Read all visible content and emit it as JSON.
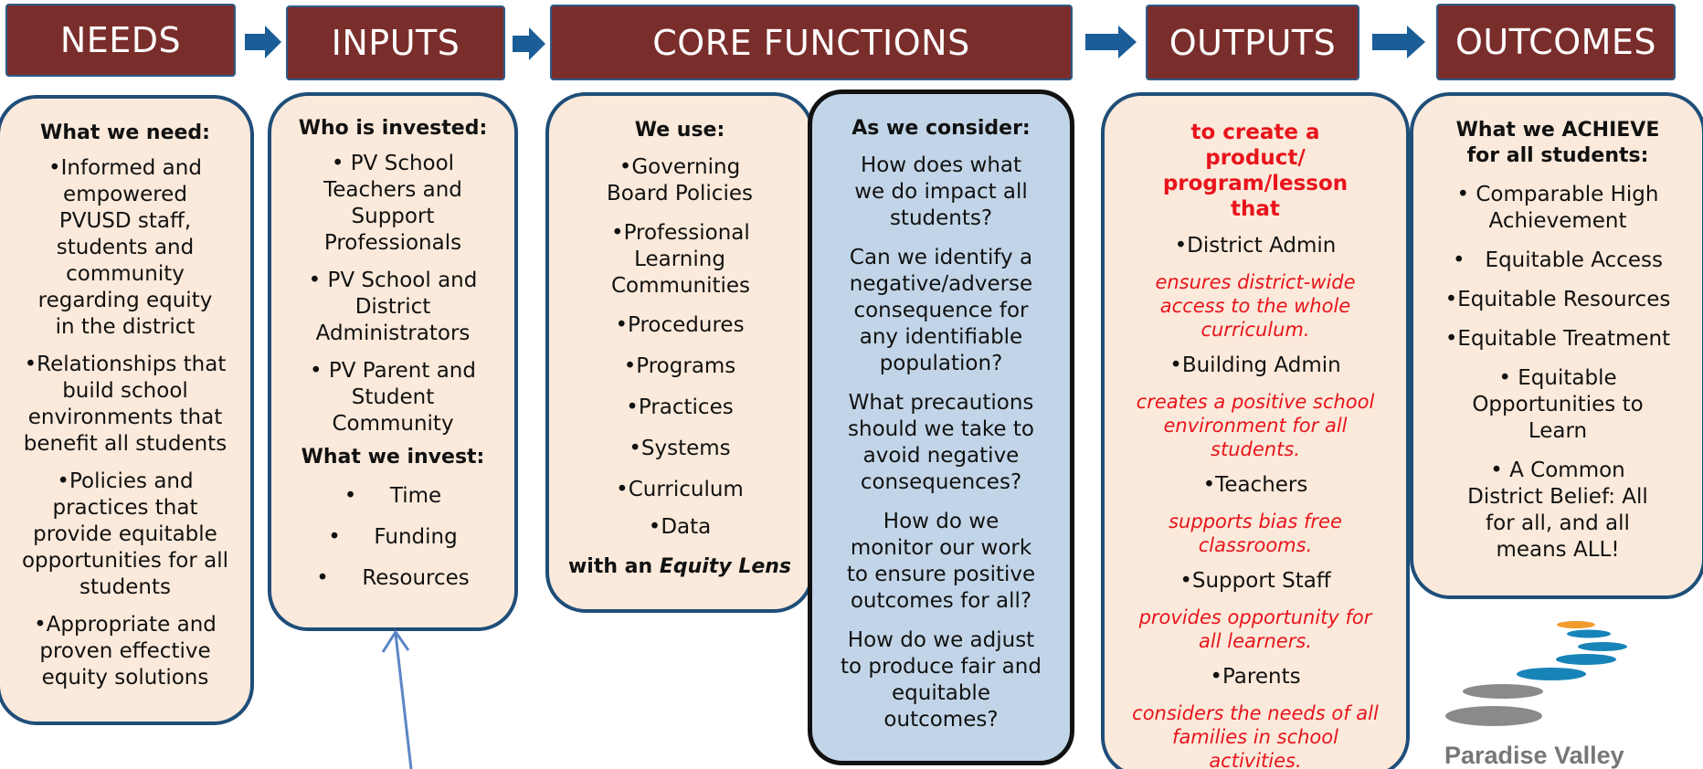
{
  "headers": {
    "needs": "NEEDS",
    "inputs": "INPUTS",
    "core": "CORE FUNCTIONS",
    "outputs": "OUTPUTS",
    "outcomes": "OUTCOMES"
  },
  "needs": {
    "heading": "What we need:",
    "items": [
      "•Informed and empowered PVUSD staff, students and community regarding equity in the district",
      "•Relationships that build school environments that benefit all students",
      "•Policies and practices that provide equitable opportunities for all students",
      "•Appropriate and proven effective equity solutions"
    ]
  },
  "inputs": {
    "heading1": "Who is invested:",
    "invested": [
      "•  PV School Teachers and Support Professionals",
      "•    PV School and District Administrators",
      "•    PV Parent and Student Community"
    ],
    "heading2": "What we invest:",
    "invest": [
      "•     Time",
      "•     Funding",
      "•     Resources"
    ]
  },
  "core": {
    "heading": "We use:",
    "items": [
      "•Governing Board Policies",
      "•Professional Learning Communities",
      "•Procedures",
      "•Programs",
      "•Practices",
      "•Systems",
      "•Curriculum",
      "•Data"
    ],
    "footer_prefix": "with an ",
    "footer_em": "Equity Lens"
  },
  "consider": {
    "heading": "As we consider:",
    "items": [
      "How does what we do impact all students?",
      "Can we identify a negative/adverse consequence for any identifiable population?",
      "What precautions should we take to avoid negative consequences?",
      "How do we monitor our work to ensure positive outcomes for all?",
      "How do we adjust to produce fair and equitable outcomes?"
    ]
  },
  "outputs": {
    "heading": "to create a product/ program/lesson that",
    "items": [
      {
        "who": "•District Admin",
        "what": "ensures district-wide access to the whole curriculum."
      },
      {
        "who": "•Building Admin",
        "what": "creates a positive school environment for all students."
      },
      {
        "who": "•Teachers",
        "what": "supports bias free classrooms."
      },
      {
        "who": "•Support Staff",
        "what": "provides opportunity for all learners."
      },
      {
        "who": "•Parents",
        "what": "considers the needs of all families in school activities."
      }
    ]
  },
  "outcomes": {
    "heading": "What we ACHIEVE for all students:",
    "items": [
      "• Comparable High Achievement",
      "•   Equitable Access",
      "•Equitable Resources",
      "•Equitable Treatment",
      "•   Equitable Opportunities to Learn",
      "•   A Common District Belief:  All for all, and all means ALL!"
    ]
  },
  "logo": {
    "text": "Paradise Valley",
    "colors": {
      "orange": "#f29a2e",
      "teal": "#1784b8",
      "gray": "#8a8a8a"
    }
  },
  "colors": {
    "header_bg": "#7a2e2c",
    "arrow": "#1a5d97",
    "box_bg": "#fbeadb",
    "box_border": "#1f4e79",
    "consider_bg": "#c2d5e8",
    "output_red": "#e8141c"
  }
}
